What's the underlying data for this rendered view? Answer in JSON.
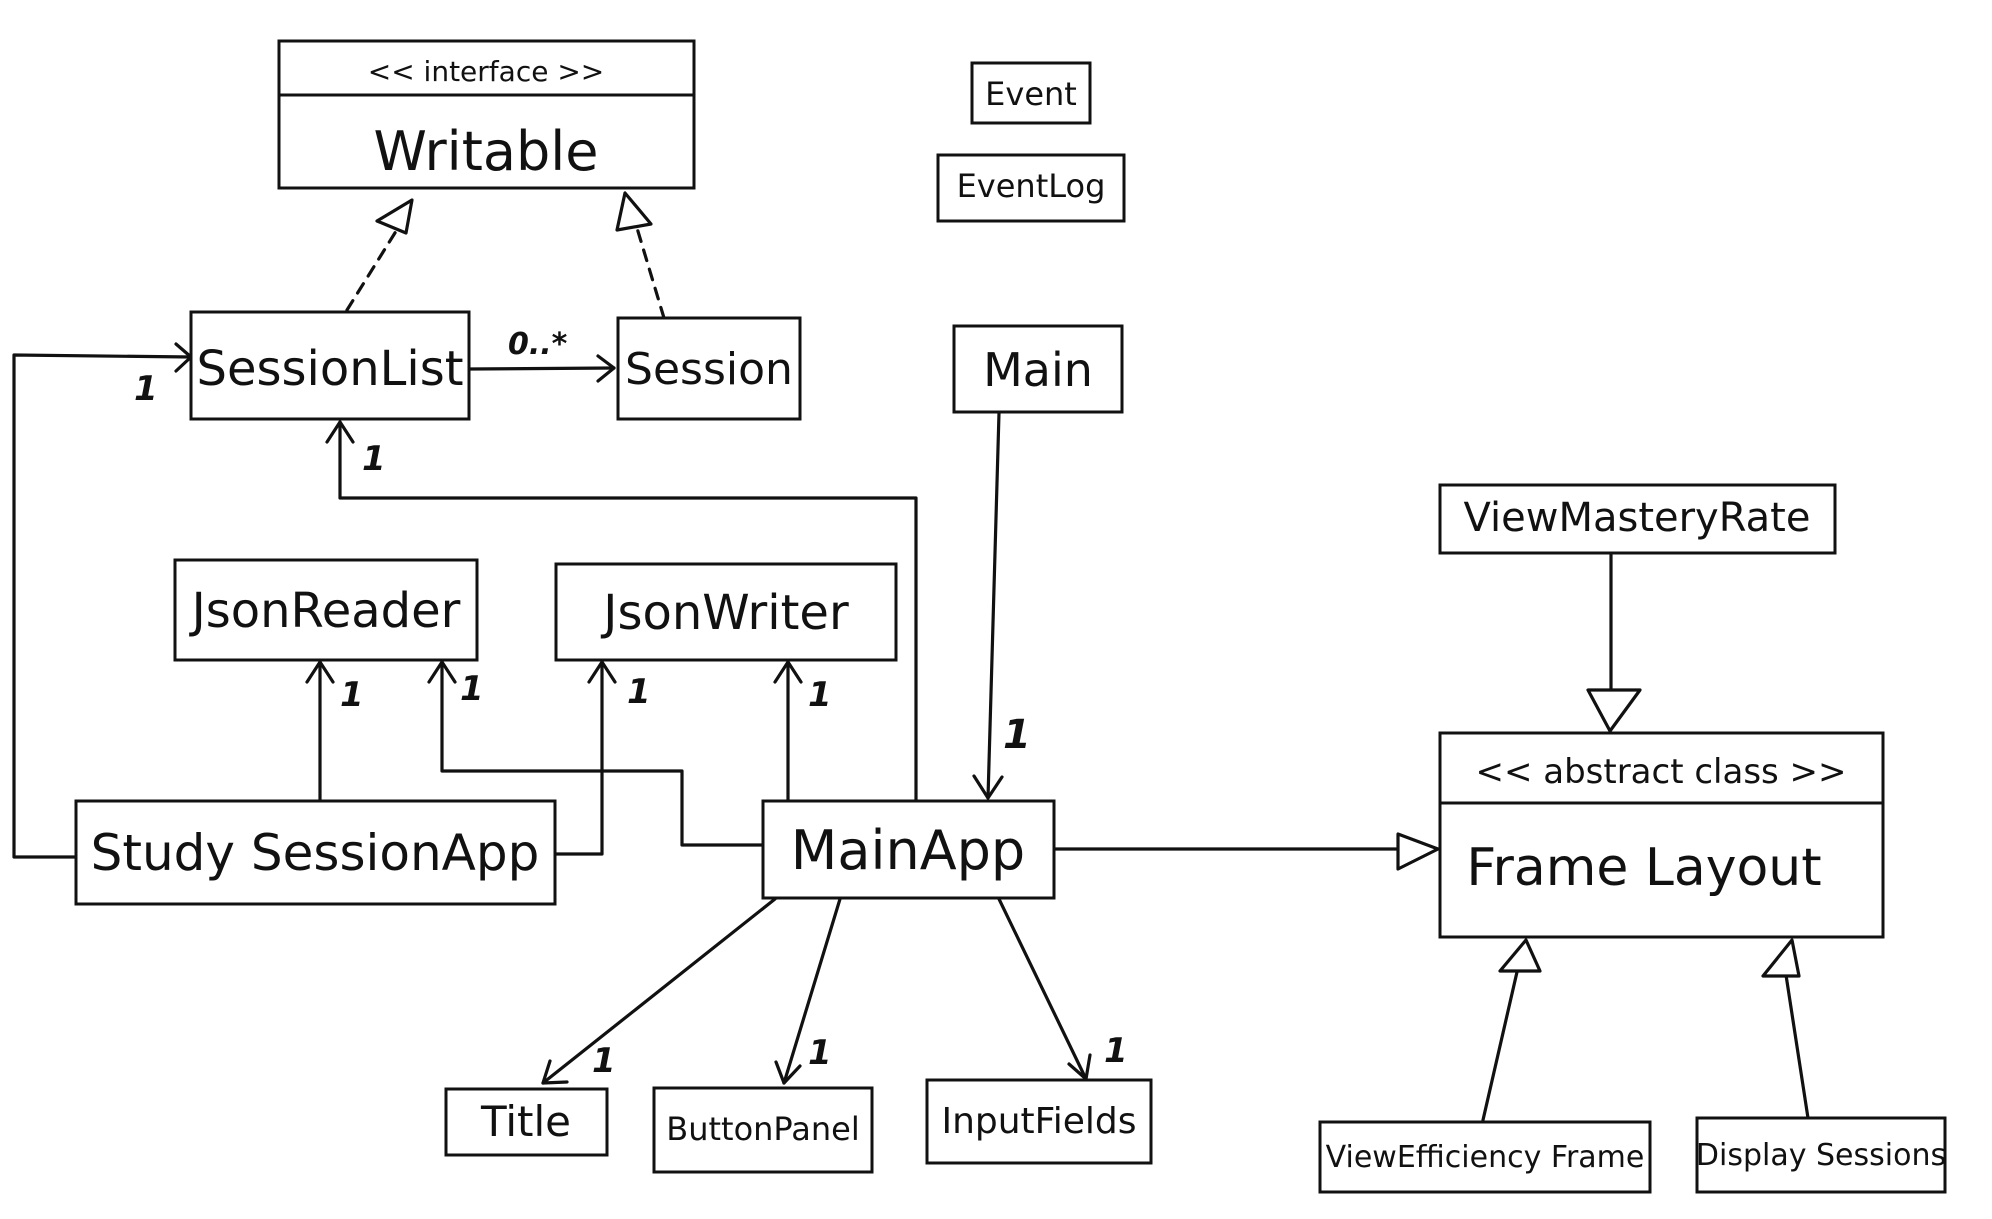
{
  "diagram": {
    "stroke_color": "#111111",
    "background": "#ffffff",
    "nodes": [
      {
        "id": "writable",
        "name": "Writable",
        "stereotype": "<< interface >>"
      },
      {
        "id": "event",
        "name": "Event"
      },
      {
        "id": "eventlog",
        "name": "EventLog"
      },
      {
        "id": "sessionlist",
        "name": "SessionList"
      },
      {
        "id": "session",
        "name": "Session"
      },
      {
        "id": "main",
        "name": "Main"
      },
      {
        "id": "viewmasteryrate",
        "name": "ViewMasteryRate"
      },
      {
        "id": "jsonreader",
        "name": "JsonReader"
      },
      {
        "id": "jsonwriter",
        "name": "JsonWriter"
      },
      {
        "id": "framelayout",
        "name": "Frame Layout",
        "stereotype": "<< abstract  class >>"
      },
      {
        "id": "studysessionapp",
        "name": "Study SessionApp"
      },
      {
        "id": "mainapp",
        "name": "MainApp"
      },
      {
        "id": "title",
        "name": "Title"
      },
      {
        "id": "buttonpanel",
        "name": "ButtonPanel"
      },
      {
        "id": "inputfields",
        "name": "InputFields"
      },
      {
        "id": "viewefficiencyframe",
        "name": "ViewEfficiency Frame"
      },
      {
        "id": "displaysessions",
        "name": "Display Sessions"
      }
    ],
    "relations": [
      {
        "id": "sessionlist-implements-writable",
        "from": "sessionlist",
        "to": "writable",
        "kind": "realization"
      },
      {
        "id": "session-implements-writable",
        "from": "session",
        "to": "writable",
        "kind": "realization"
      },
      {
        "id": "sessionlist-to-session",
        "from": "sessionlist",
        "to": "session",
        "kind": "association",
        "multiplicity": "0..*"
      },
      {
        "id": "studysessionapp-to-sessionlist",
        "from": "studysessionapp",
        "to": "sessionlist",
        "kind": "association",
        "multiplicity": "1"
      },
      {
        "id": "mainapp-to-sessionlist",
        "from": "mainapp",
        "to": "sessionlist",
        "kind": "association",
        "multiplicity": "1"
      },
      {
        "id": "studysessionapp-to-jsonreader",
        "from": "studysessionapp",
        "to": "jsonreader",
        "kind": "association",
        "multiplicity": "1"
      },
      {
        "id": "mainapp-to-jsonreader",
        "from": "mainapp",
        "to": "jsonreader",
        "kind": "association",
        "multiplicity": "1"
      },
      {
        "id": "studysessionapp-to-jsonwriter",
        "from": "studysessionapp",
        "to": "jsonwriter",
        "kind": "association",
        "multiplicity": "1"
      },
      {
        "id": "mainapp-to-jsonwriter",
        "from": "mainapp",
        "to": "jsonwriter",
        "kind": "association",
        "multiplicity": "1"
      },
      {
        "id": "main-to-mainapp",
        "from": "main",
        "to": "mainapp",
        "kind": "association",
        "multiplicity": "1"
      },
      {
        "id": "mainapp-extends-framelayout",
        "from": "mainapp",
        "to": "framelayout",
        "kind": "generalization"
      },
      {
        "id": "viewmasteryrate-extends-framelayout",
        "from": "viewmasteryrate",
        "to": "framelayout",
        "kind": "generalization"
      },
      {
        "id": "viewefficiencyframe-extends-framelayout",
        "from": "viewefficiencyframe",
        "to": "framelayout",
        "kind": "generalization"
      },
      {
        "id": "displaysessions-extends-framelayout",
        "from": "displaysessions",
        "to": "framelayout",
        "kind": "generalization"
      },
      {
        "id": "mainapp-to-title",
        "from": "mainapp",
        "to": "title",
        "kind": "association",
        "multiplicity": "1"
      },
      {
        "id": "mainapp-to-buttonpanel",
        "from": "mainapp",
        "to": "buttonpanel",
        "kind": "association",
        "multiplicity": "1"
      },
      {
        "id": "mainapp-to-inputfields",
        "from": "mainapp",
        "to": "inputfields",
        "kind": "association",
        "multiplicity": "1"
      }
    ]
  }
}
